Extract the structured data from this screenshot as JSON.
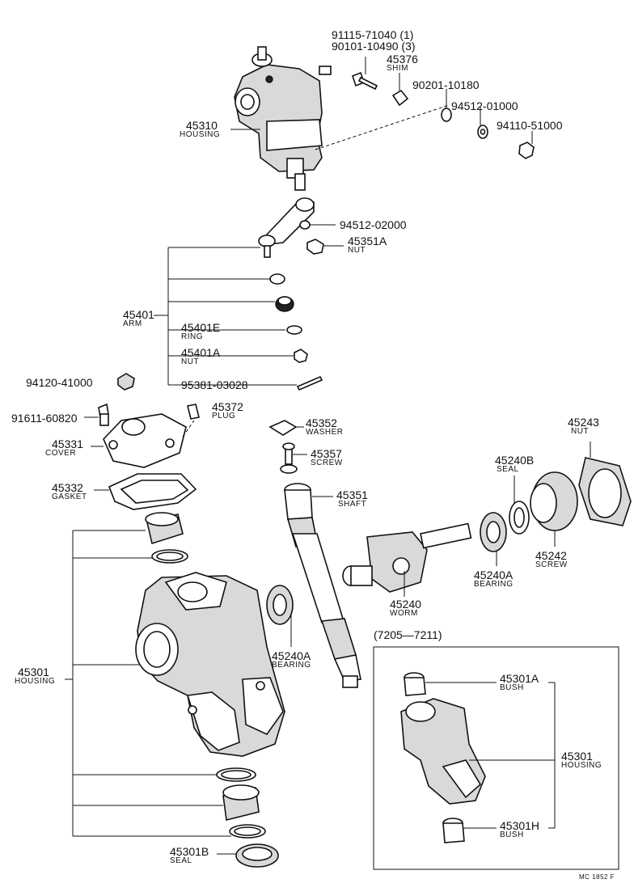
{
  "parts": {
    "p91115": "91115-71040 (1)",
    "p90101": "90101-10490 (3)",
    "p45376": "45376",
    "shim": "SHIM",
    "p90201": "90201-10180",
    "p94512a": "94512-01000",
    "p94110": "94110-51000",
    "p45310": "45310",
    "housing_top": "HOUSING",
    "p94512b": "94512-02000",
    "p45351A": "45351A",
    "nut_a": "NUT",
    "p45401": "45401",
    "arm": "ARM",
    "p45401E": "45401E",
    "ring": "RING",
    "p45401A": "45401A",
    "nut_b": "NUT",
    "p94120": "94120-41000",
    "p95381": "95381-03028",
    "p91611": "91611-60820",
    "p45372": "45372",
    "plug": "PLUG",
    "p45331": "45331",
    "cover": "COVER",
    "p45332": "45332",
    "gasket": "GASKET",
    "p45352": "45352",
    "washer": "WASHER",
    "p45357": "45357",
    "screw_a": "SCREW",
    "p45351": "45351",
    "shaft": "SHAFT",
    "p45243": "45243",
    "nut_c": "NUT",
    "p45240B": "45240B",
    "seal_a": "SEAL",
    "p45240A_r": "45240A",
    "bearing_r": "BEARING",
    "p45242": "45242",
    "screw_b": "SCREW",
    "p45240": "45240",
    "worm": "WORM",
    "p45240A_l": "45240A",
    "bearing_l": "BEARING",
    "p45301": "45301",
    "housing_main": "HOUSING",
    "p45301B": "45301B",
    "seal_b": "SEAL",
    "inset_range": "(7205—7211)",
    "p45301A": "45301A",
    "bush_a": "BUSH",
    "p45301_inset": "45301",
    "housing_inset": "HOUSING",
    "p45301H": "45301H",
    "bush_b": "BUSH",
    "footer_code": "MC 1852 F"
  }
}
